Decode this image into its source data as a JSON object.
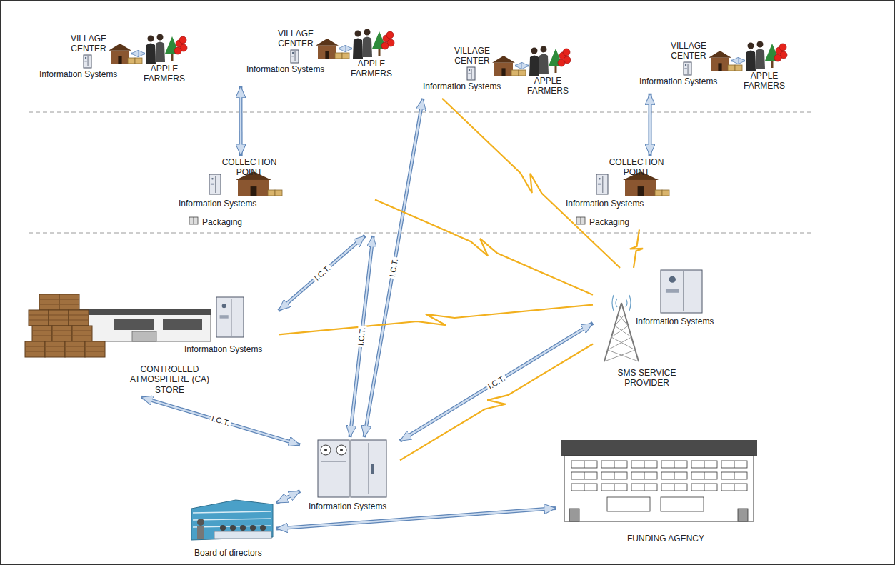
{
  "diagram": {
    "nodes": [
      {
        "text": [
          "VILLAGE CENTER",
          "Information Systems",
          "APPLE FARMERS"
        ]
      },
      {
        "text": [
          "VILLAGE CENTER",
          "Information Systems",
          "APPLE FARMERS"
        ]
      },
      {
        "text": [
          "VILLAGE CENTER",
          "Information Systems",
          "APPLE FARMERS"
        ]
      },
      {
        "text": [
          "VILLAGE CENTER",
          "Information Systems",
          "APPLE FARMERS"
        ]
      },
      {
        "text": [
          "COLLECTION POINT",
          "Information Systems",
          "Packaging"
        ]
      },
      {
        "text": [
          "COLLECTION POINT",
          "Information Systems",
          "Packaging"
        ]
      },
      {
        "text": [
          "Information Systems",
          "CONTROLLED ATMOSPHERE (CA) STORE"
        ]
      },
      {
        "text": [
          "Information Systems",
          "SMS SERVICE PROVIDER"
        ]
      },
      {
        "text": [
          "Information Systems"
        ]
      },
      {
        "text": [
          "Board of directors"
        ]
      },
      {
        "text": [
          "FUNDING AGENCY"
        ]
      }
    ],
    "edges": [
      {
        "from": 0,
        "to": 4,
        "arrow": "both"
      },
      {
        "from": 3,
        "to": 5,
        "arrow": "both"
      },
      {
        "from": 6,
        "to": 4,
        "label": "I.C.T.",
        "arrow": "both"
      },
      {
        "from": 8,
        "to": 4,
        "label": "I.C.T.",
        "arrow": "both"
      },
      {
        "from": 8,
        "to": 2,
        "label": "I.C.T.",
        "arrow": "both"
      },
      {
        "from": 6,
        "to": 8,
        "label": "I.C.T.",
        "arrow": "both"
      },
      {
        "from": 8,
        "to": 7,
        "label": "I.C.T.",
        "arrow": "both"
      },
      {
        "from": 9,
        "to": 8,
        "arrow": "both"
      },
      {
        "from": 9,
        "to": 10,
        "arrow": "both"
      },
      {
        "from": 7,
        "to": 4,
        "arrow": "none"
      },
      {
        "from": 7,
        "to": 2,
        "arrow": "none"
      },
      {
        "from": 7,
        "to": 5,
        "arrow": "none"
      },
      {
        "from": 7,
        "to": 6,
        "arrow": "none"
      },
      {
        "from": 7,
        "to": 8,
        "arrow": "none"
      }
    ]
  }
}
